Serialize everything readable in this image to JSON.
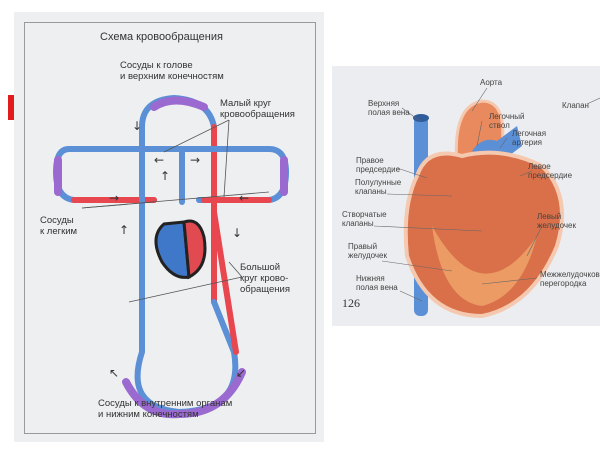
{
  "left_diagram": {
    "title": "Схема кровообращения",
    "head_vessels": "Сосуды к голове\nи верхним конечностям",
    "pulmonary_circle": "Малый круг\nкровообращения",
    "lung_vessels": "Сосуды\nк легким",
    "systemic_circle": "Большой\nкруг крово-\nобращения",
    "organ_vessels": "Сосуды к внутренним органам\nи нижним конечностям"
  },
  "right_diagram": {
    "labels": {
      "aorta": "Аорта",
      "superior_vena_cava": "Верхняя\nполая вена",
      "valve": "Клапан",
      "pulmonary_trunk": "Легочный\nствол",
      "pulmonary_artery": "Легочная\nартерия",
      "right_atrium": "Правое\nпредсердие",
      "left_atrium": "Левое\nпредсердие",
      "semilunar_valves": "Полулунные\nклапаны",
      "leaflet_valves": "Створчатые\nклапаны",
      "left_ventricle": "Левый\nжелудочек",
      "right_ventricle": "Правый\nжелудочек",
      "septum": "Межжелудочковая\nперегородка",
      "inferior_vena_cava": "Нижняя\nполая вена"
    },
    "page_number": "126"
  },
  "colors": {
    "artery": "#e8474f",
    "vein": "#5b8fd6",
    "capillary": "#9a6ad0",
    "heart_muscle": "#d9704a"
  }
}
